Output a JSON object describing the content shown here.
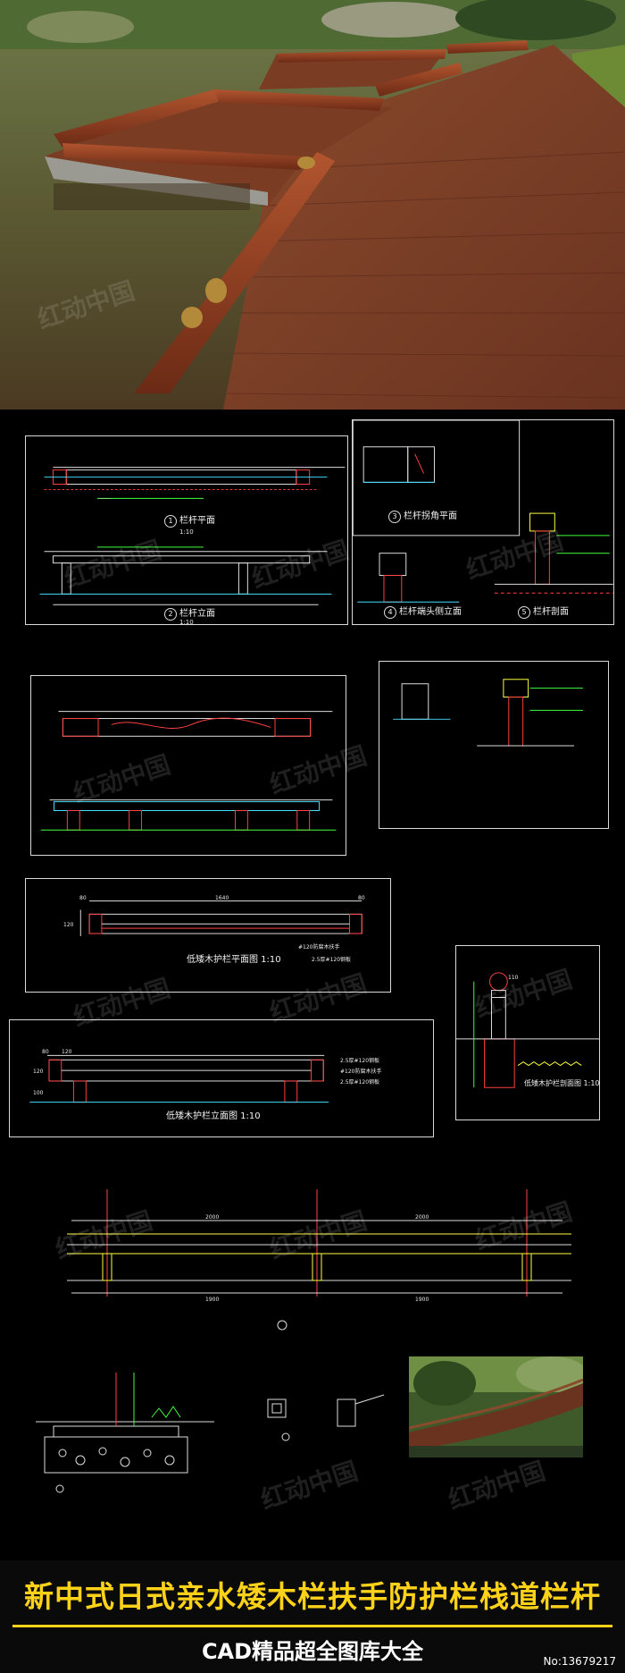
{
  "photo_top": {
    "icon": "boardwalk-photo"
  },
  "panels": {
    "p1": {
      "t1": "栏杆平面",
      "t1_scale": "1:10",
      "t2": "栏杆立面",
      "t2_scale": "1:10"
    },
    "p2": {
      "t3": "栏杆拐角平面",
      "t4": "栏杆端头侧立面",
      "t5": "栏杆剖面"
    },
    "p5": {
      "title": "低矮木护栏平面图 1:10",
      "dim_top": "1640",
      "dim_l": "80",
      "dim_r": "80",
      "dim_side": "120",
      "note1": "#120防腐木扶手",
      "note2": "2.5厚#120钢板"
    },
    "p6": {
      "title": "低矮木护栏剖面图 1:10",
      "dim": "110"
    },
    "p7": {
      "title": "低矮木护栏立面图 1:10",
      "dim_a": "80",
      "dim_b": "120",
      "dim_c": "100",
      "dim_d": "120",
      "note1": "2.5厚#120钢板",
      "note2": "#120防腐木扶手",
      "note3": "2.5厚#120钢板"
    },
    "p8": {
      "dim_a": "2000",
      "dim_b": "2000",
      "dim_c": "1900",
      "dim_d": "1900"
    }
  },
  "photo_small": {
    "icon": "curved-boardwalk-photo"
  },
  "watermark": "红动中国",
  "banner": {
    "title": "新中式日式亲水矮木栏扶手防护栏栈道栏杆",
    "subtitle": "CAD精品超全图库大全",
    "number": "No:13679217"
  }
}
